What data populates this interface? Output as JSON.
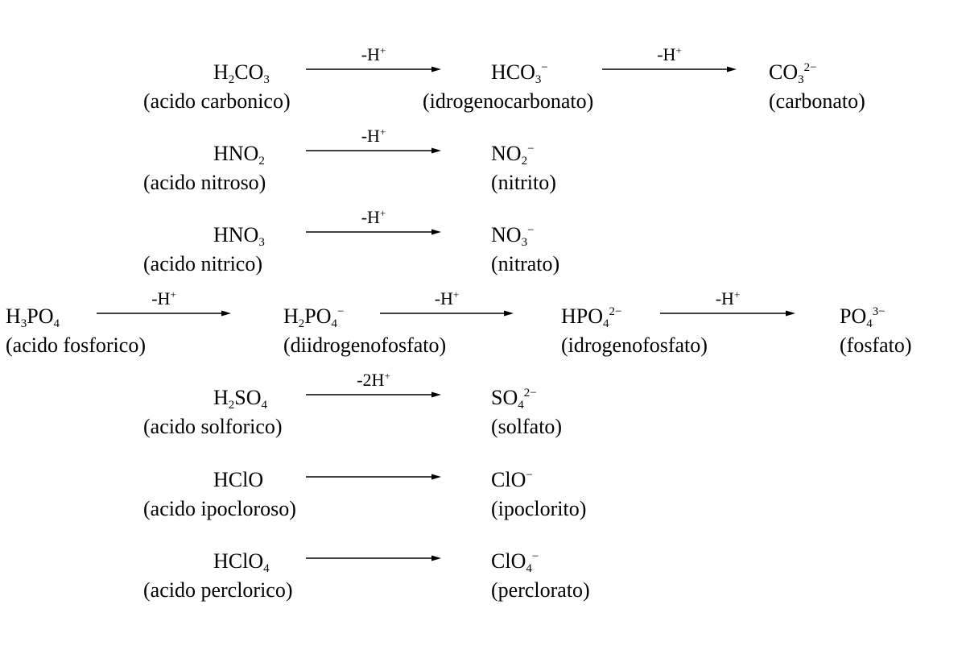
{
  "rows": [
    {
      "species": [
        {
          "formula": [
            {
              "t": "H"
            },
            {
              "t": "2",
              "sub": 1
            },
            {
              "t": "CO"
            },
            {
              "t": "3",
              "sub": 1
            }
          ],
          "name": "(acido carbonico)"
        },
        {
          "formula": [
            {
              "t": "HCO"
            },
            {
              "t": "3",
              "sub": 1
            },
            {
              "t": "−",
              "sup": 1
            }
          ],
          "name": "(idrogenocarbonato)"
        },
        {
          "formula": [
            {
              "t": "CO"
            },
            {
              "t": "3",
              "sub": 1
            },
            {
              "t": "2−",
              "sup": 1
            }
          ],
          "name": "(carbonato)"
        }
      ],
      "arrows": [
        {
          "label": [
            {
              "t": "-H"
            },
            {
              "t": "+",
              "sup": 1
            }
          ]
        },
        {
          "label": [
            {
              "t": "-H"
            },
            {
              "t": "+",
              "sup": 1
            }
          ]
        }
      ]
    },
    {
      "species": [
        {
          "formula": [
            {
              "t": "HNO"
            },
            {
              "t": "2",
              "sub": 1
            }
          ],
          "name": "(acido nitroso)"
        },
        {
          "formula": [
            {
              "t": "NO"
            },
            {
              "t": "2",
              "sub": 1
            },
            {
              "t": "−",
              "sup": 1
            }
          ],
          "name": "(nitrito)"
        }
      ],
      "arrows": [
        {
          "label": [
            {
              "t": "-H"
            },
            {
              "t": "+",
              "sup": 1
            }
          ]
        }
      ]
    },
    {
      "species": [
        {
          "formula": [
            {
              "t": "HNO"
            },
            {
              "t": "3",
              "sub": 1
            }
          ],
          "name": "(acido nitrico)"
        },
        {
          "formula": [
            {
              "t": "NO"
            },
            {
              "t": "3",
              "sub": 1
            },
            {
              "t": "−",
              "sup": 1
            }
          ],
          "name": "(nitrato)"
        }
      ],
      "arrows": [
        {
          "label": [
            {
              "t": "-H"
            },
            {
              "t": "+",
              "sup": 1
            }
          ]
        }
      ]
    },
    {
      "species": [
        {
          "formula": [
            {
              "t": "H"
            },
            {
              "t": "3",
              "sub": 1
            },
            {
              "t": "PO"
            },
            {
              "t": "4",
              "sub": 1
            }
          ],
          "name": "(acido fosforico)"
        },
        {
          "formula": [
            {
              "t": "H"
            },
            {
              "t": "2",
              "sub": 1
            },
            {
              "t": "PO"
            },
            {
              "t": "4",
              "sub": 1
            },
            {
              "t": "−",
              "sup": 1
            }
          ],
          "name": "(diidrogenofosfato)"
        },
        {
          "formula": [
            {
              "t": "HPO"
            },
            {
              "t": "4",
              "sub": 1
            },
            {
              "t": "2−",
              "sup": 1
            }
          ],
          "name": "(idrogenofosfato)"
        },
        {
          "formula": [
            {
              "t": "PO"
            },
            {
              "t": "4",
              "sub": 1
            },
            {
              "t": "3−",
              "sup": 1
            }
          ],
          "name": "(fosfato)"
        }
      ],
      "arrows": [
        {
          "label": [
            {
              "t": "-H"
            },
            {
              "t": "+",
              "sup": 1
            }
          ]
        },
        {
          "label": [
            {
              "t": "-H"
            },
            {
              "t": "+",
              "sup": 1
            }
          ]
        },
        {
          "label": [
            {
              "t": "-H"
            },
            {
              "t": "+",
              "sup": 1
            }
          ]
        }
      ]
    },
    {
      "species": [
        {
          "formula": [
            {
              "t": "H"
            },
            {
              "t": "2",
              "sub": 1
            },
            {
              "t": "SO"
            },
            {
              "t": "4",
              "sub": 1
            }
          ],
          "name": "(acido solforico)"
        },
        {
          "formula": [
            {
              "t": "SO"
            },
            {
              "t": "4",
              "sub": 1
            },
            {
              "t": "2−",
              "sup": 1
            }
          ],
          "name": "(solfato)"
        }
      ],
      "arrows": [
        {
          "label": [
            {
              "t": "-2H"
            },
            {
              "t": "+",
              "sup": 1
            }
          ]
        }
      ]
    },
    {
      "species": [
        {
          "formula": [
            {
              "t": "HClO"
            }
          ],
          "name": "(acido ipocloroso)"
        },
        {
          "formula": [
            {
              "t": "ClO"
            },
            {
              "t": "−",
              "sup": 1
            }
          ],
          "name": "(ipoclorito)"
        }
      ],
      "arrows": [
        {
          "label": []
        }
      ]
    },
    {
      "species": [
        {
          "formula": [
            {
              "t": "HClO"
            },
            {
              "t": "4",
              "sub": 1
            }
          ],
          "name": "(acido perclorico)"
        },
        {
          "formula": [
            {
              "t": "ClO"
            },
            {
              "t": "4",
              "sub": 1
            },
            {
              "t": "−",
              "sup": 1
            }
          ],
          "name": "(perclorato)"
        }
      ],
      "arrows": [
        {
          "label": []
        }
      ]
    }
  ]
}
